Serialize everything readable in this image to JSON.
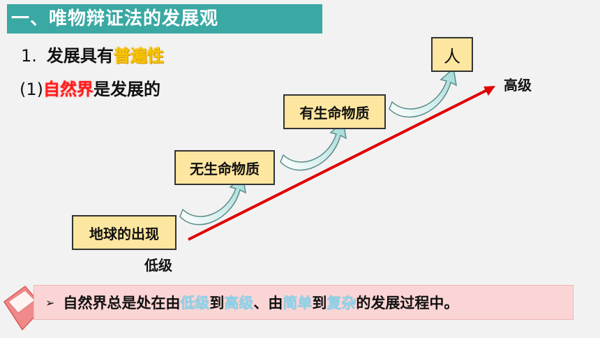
{
  "title": "一、唯物辩证法的发展观",
  "heading1": {
    "number": "1.",
    "text": "发展具有",
    "highlight": "普遍性"
  },
  "heading2": {
    "open": "(",
    "num": "1",
    "close": ")",
    "highlight": "自然界",
    "text": "是发展的"
  },
  "stages": [
    "地球的出现",
    "无生命物质",
    "有生命物质",
    "人"
  ],
  "axis": {
    "low": "低级",
    "high": "高级"
  },
  "summary": {
    "bullet": "➢",
    "parts": [
      "自然界总是处在由",
      "低级",
      "到",
      "高级",
      "、由",
      "简单",
      "到",
      "复杂",
      "的发展过程中。"
    ]
  },
  "colors": {
    "title_bg": "#3aa8a3",
    "stage_fill": "#fde69f",
    "arrow": "#e00000",
    "summary_bg": "#fbd5d5",
    "keyword": "#8fd3ea"
  }
}
